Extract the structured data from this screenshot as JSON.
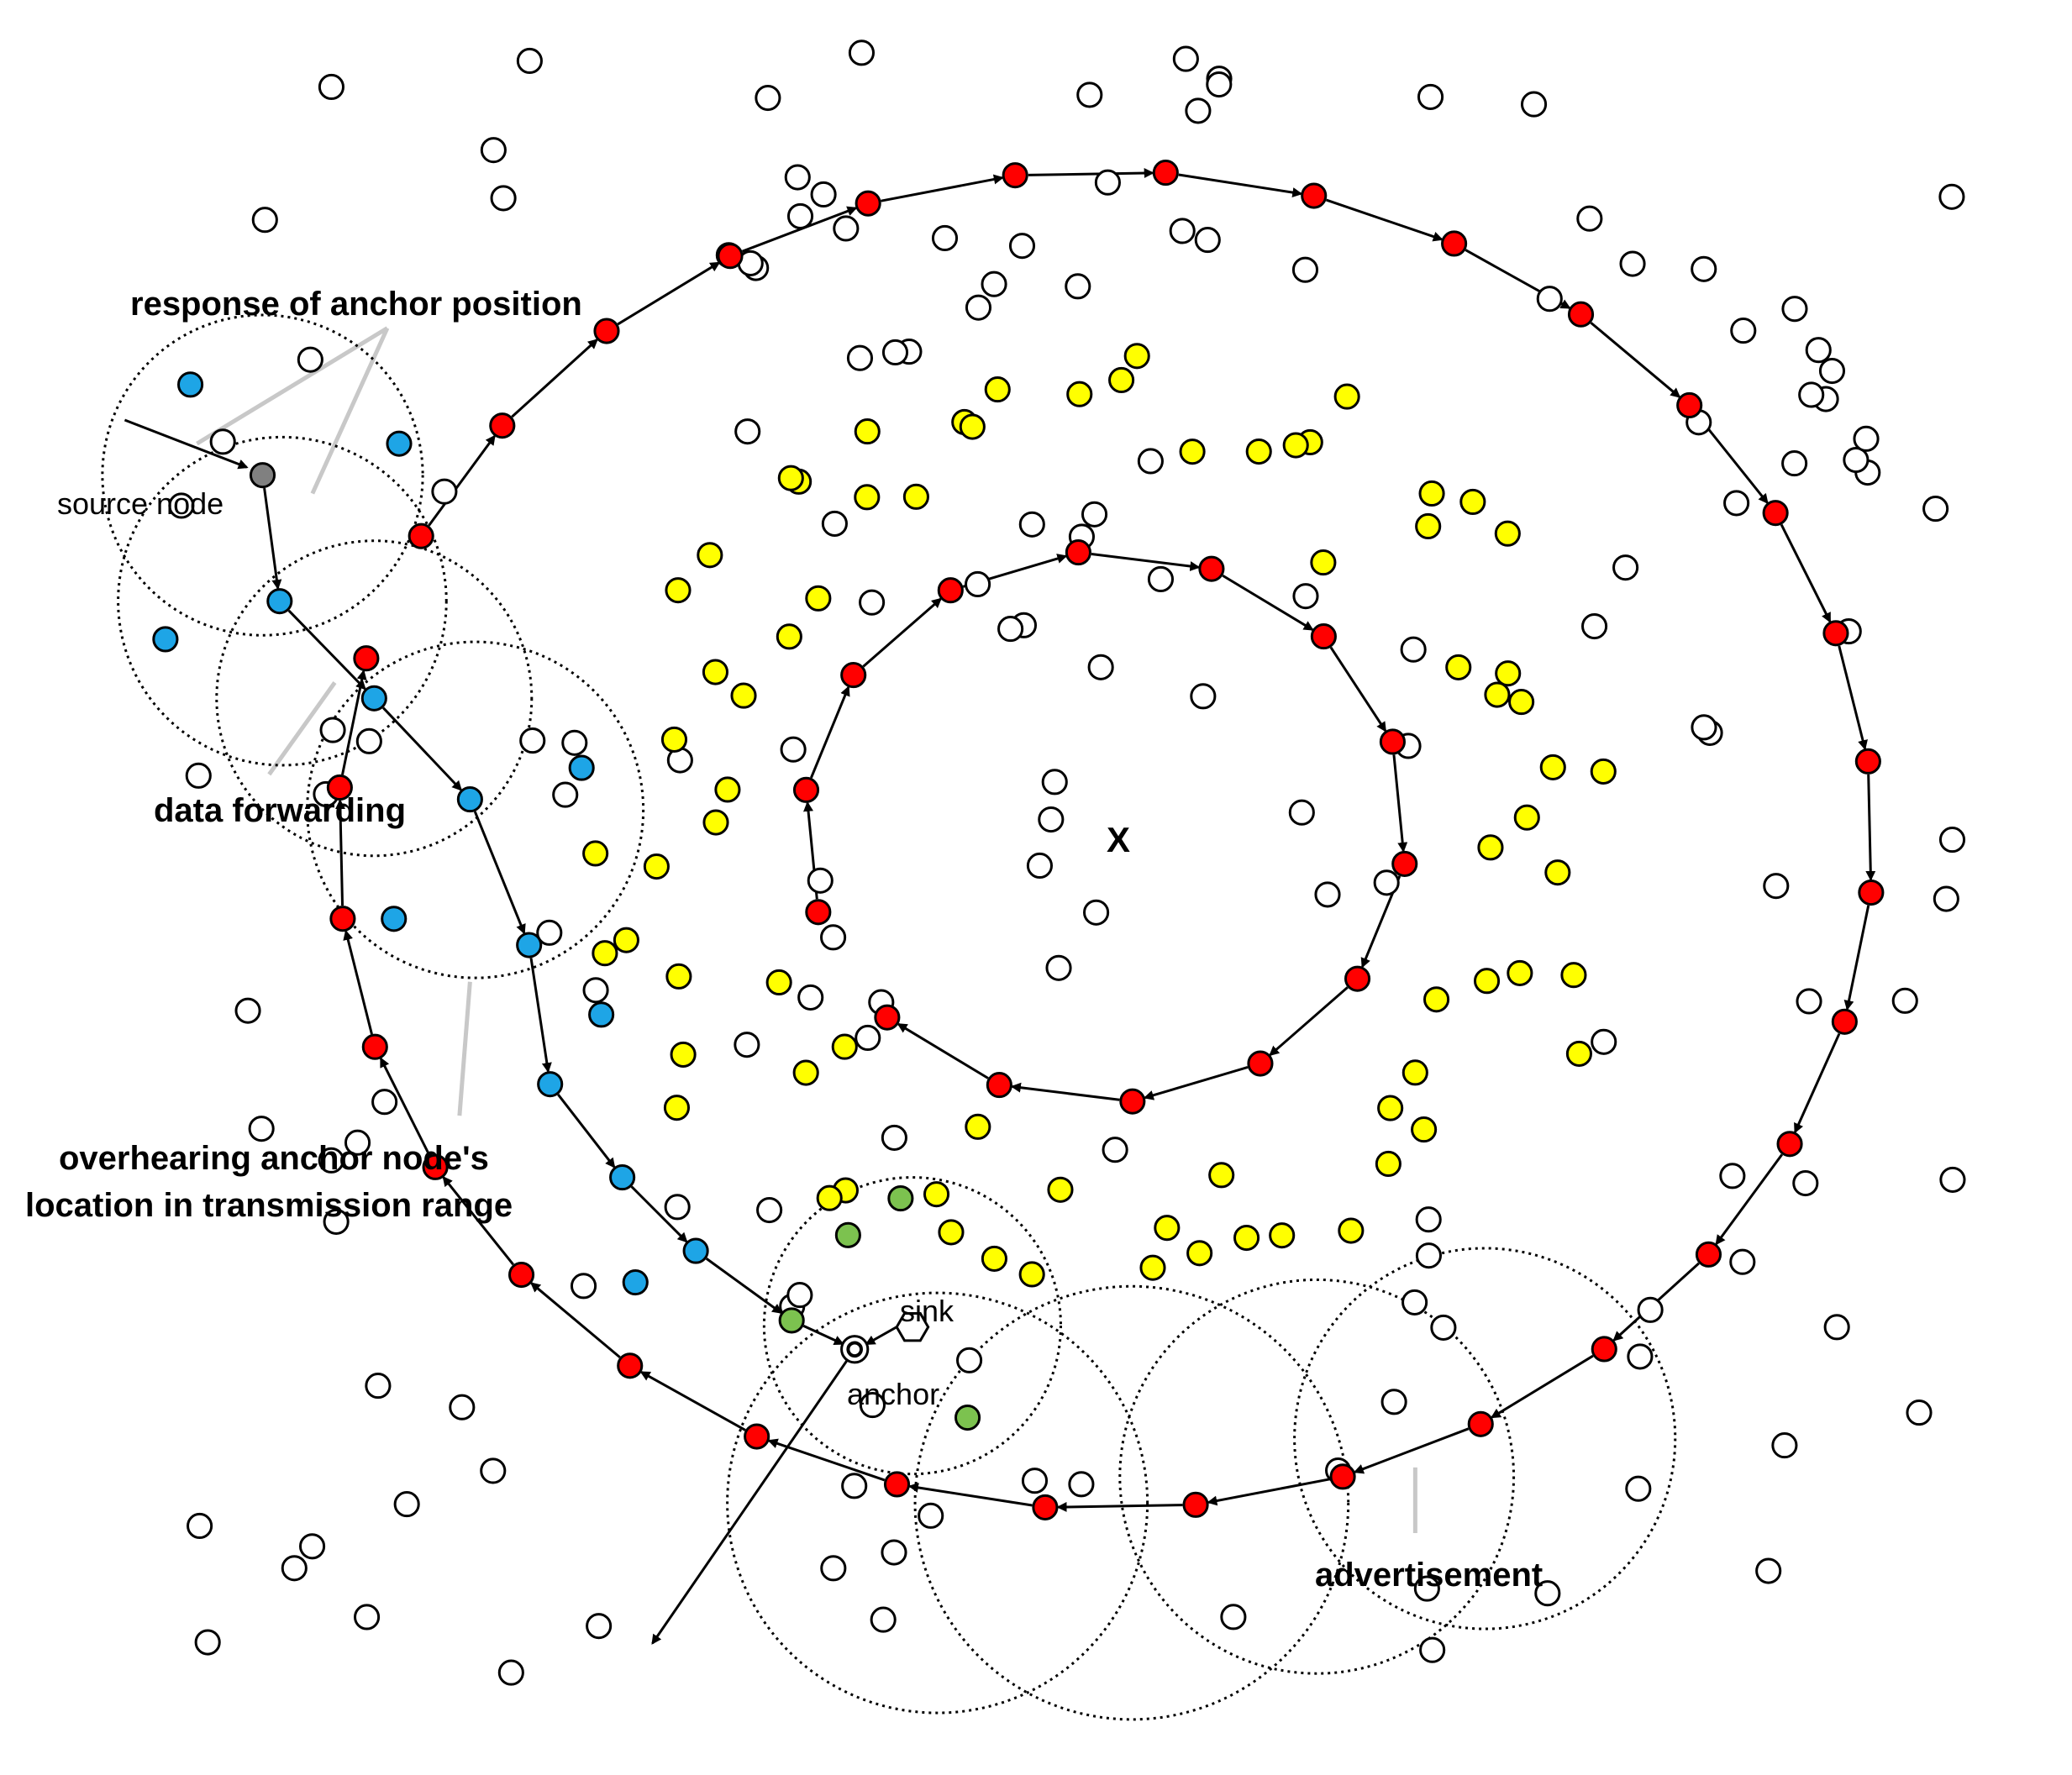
{
  "labels": {
    "response": "response of anchor position",
    "source": "source node",
    "forwarding": "data forwarding",
    "overhear_line1": "overhearing anchor node's",
    "overhear_line2": "location in transmission range",
    "sink": "sink",
    "anchor": "anchor",
    "advertisement": "advertisement",
    "center": "X"
  },
  "colors": {
    "plain": "#ffffff",
    "yellow": "#ffff00",
    "red": "#ff0000",
    "blue": "#1ea5e6",
    "green": "#7cc24f",
    "source": "#808080"
  },
  "node_counts": {
    "plain": 168,
    "yellow": 73,
    "red": 50,
    "blue": 15,
    "green": 4
  }
}
